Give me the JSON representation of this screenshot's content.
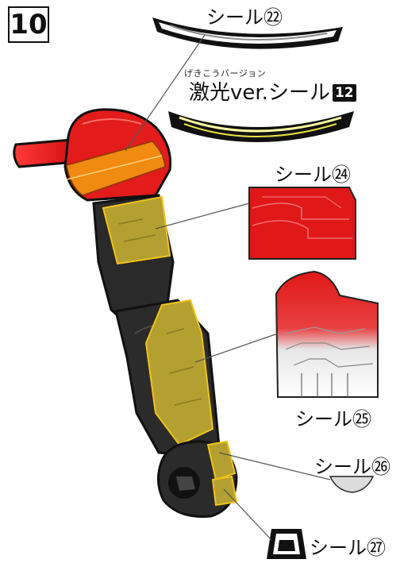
{
  "step": {
    "number": "10"
  },
  "sticker_22": {
    "label": "シール㉒"
  },
  "alt_version": {
    "furigana": "げきこうバージョン",
    "title": "激光ver.シール",
    "sheet_number": "12"
  },
  "sticker_24": {
    "label": "シール㉔"
  },
  "sticker_25": {
    "label": "シール㉕"
  },
  "sticker_26": {
    "label": "シール㉖"
  },
  "sticker_27": {
    "label": "シール㉗"
  }
}
